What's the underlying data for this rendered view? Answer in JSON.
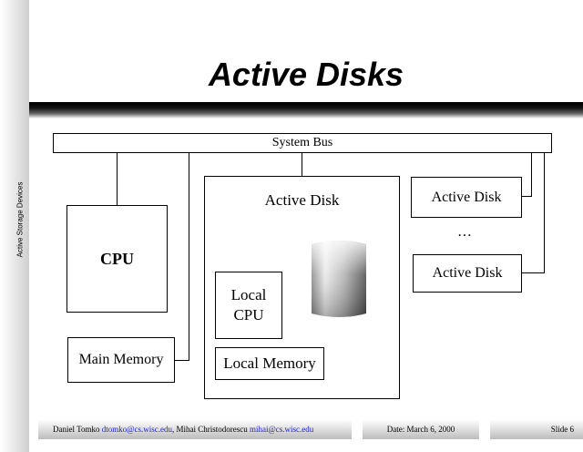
{
  "sidebar": {
    "label": "Active Storage Devices"
  },
  "slide": {
    "title": "Active Disks"
  },
  "diagram": {
    "system_bus": "System Bus",
    "cpu": "CPU",
    "main_memory": "Main Memory",
    "active_disk_main": "Active Disk",
    "local_cpu": "Local\nCPU",
    "local_memory": "Local Memory",
    "active_disk_1": "Active Disk",
    "ellipsis": "…",
    "active_disk_2": "Active Disk"
  },
  "footer": {
    "author1": "Daniel Tomko",
    "email1": "dtomko@cs.wisc.edu",
    "separator": ", Mihai Christodorescu",
    "email2": "mihai@cs.wisc.edu",
    "date": "Date: March 6, 2000",
    "slide_no": "Slide 6"
  },
  "colors": {
    "link": "#1d1dd6",
    "text": "#000000"
  },
  "icons": {
    "disk": "disk-cylinder-icon"
  }
}
